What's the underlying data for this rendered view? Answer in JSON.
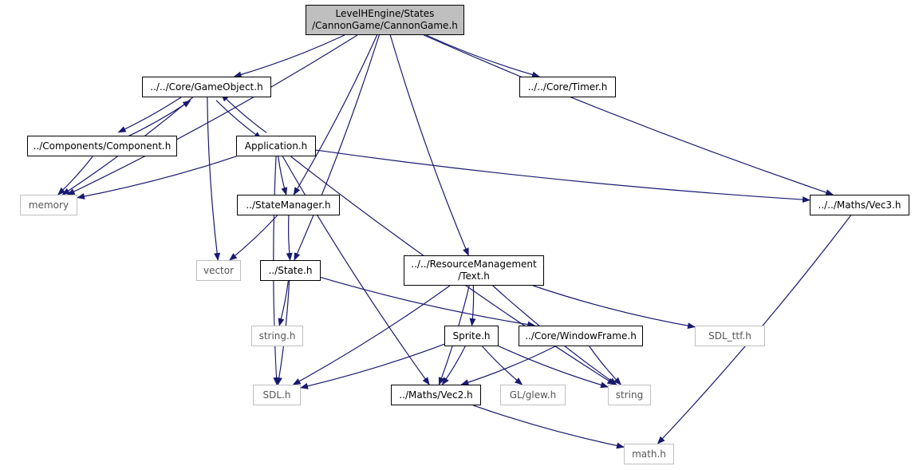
{
  "graph": {
    "edge_color": "#191970",
    "nodes": [
      {
        "id": "root",
        "lines": [
          "LevelHEngine/States",
          "/CannonGame/CannonGame.h"
        ],
        "kind": "root"
      },
      {
        "id": "gameobject",
        "lines": [
          "../../Core/GameObject.h"
        ],
        "kind": "file"
      },
      {
        "id": "timer",
        "lines": [
          "../../Core/Timer.h"
        ],
        "kind": "file"
      },
      {
        "id": "component",
        "lines": [
          "../Components/Component.h"
        ],
        "kind": "file"
      },
      {
        "id": "application",
        "lines": [
          "Application.h"
        ],
        "kind": "file"
      },
      {
        "id": "memory",
        "lines": [
          "memory"
        ],
        "kind": "system"
      },
      {
        "id": "statemanager",
        "lines": [
          "../StateManager.h"
        ],
        "kind": "file"
      },
      {
        "id": "vec3",
        "lines": [
          "../../Maths/Vec3.h"
        ],
        "kind": "file"
      },
      {
        "id": "vector",
        "lines": [
          "vector"
        ],
        "kind": "system"
      },
      {
        "id": "state",
        "lines": [
          "../State.h"
        ],
        "kind": "file"
      },
      {
        "id": "text",
        "lines": [
          "../../ResourceManagement",
          "/Text.h"
        ],
        "kind": "file"
      },
      {
        "id": "stringh",
        "lines": [
          "string.h"
        ],
        "kind": "system"
      },
      {
        "id": "sprite",
        "lines": [
          "Sprite.h"
        ],
        "kind": "file"
      },
      {
        "id": "windowframe",
        "lines": [
          "../Core/WindowFrame.h"
        ],
        "kind": "file"
      },
      {
        "id": "sdlttf",
        "lines": [
          "SDL_ttf.h"
        ],
        "kind": "system"
      },
      {
        "id": "sdl",
        "lines": [
          "SDL.h"
        ],
        "kind": "system"
      },
      {
        "id": "vec2",
        "lines": [
          "../Maths/Vec2.h"
        ],
        "kind": "file"
      },
      {
        "id": "glew",
        "lines": [
          "GL/glew.h"
        ],
        "kind": "system"
      },
      {
        "id": "string",
        "lines": [
          "string"
        ],
        "kind": "system"
      },
      {
        "id": "math",
        "lines": [
          "math.h"
        ],
        "kind": "system"
      }
    ],
    "edges": [
      [
        "root",
        "gameobject"
      ],
      [
        "root",
        "memory"
      ],
      [
        "root",
        "timer"
      ],
      [
        "root",
        "statemanager"
      ],
      [
        "root",
        "state"
      ],
      [
        "root",
        "text"
      ],
      [
        "root",
        "vec3"
      ],
      [
        "gameobject",
        "memory"
      ],
      [
        "gameobject",
        "component"
      ],
      [
        "gameobject",
        "application"
      ],
      [
        "gameobject",
        "vector"
      ],
      [
        "component",
        "gameobject"
      ],
      [
        "component",
        "memory"
      ],
      [
        "application",
        "gameobject"
      ],
      [
        "application",
        "memory"
      ],
      [
        "application",
        "statemanager"
      ],
      [
        "application",
        "vec3"
      ],
      [
        "application",
        "sdl"
      ],
      [
        "application",
        "vec2"
      ],
      [
        "application",
        "string"
      ],
      [
        "statemanager",
        "vector"
      ],
      [
        "statemanager",
        "state"
      ],
      [
        "state",
        "stringh"
      ],
      [
        "state",
        "sdl"
      ],
      [
        "state",
        "windowframe"
      ],
      [
        "text",
        "sdl"
      ],
      [
        "text",
        "vec2"
      ],
      [
        "text",
        "sprite"
      ],
      [
        "text",
        "sdlttf"
      ],
      [
        "text",
        "string"
      ],
      [
        "sprite",
        "sdl"
      ],
      [
        "sprite",
        "vec2"
      ],
      [
        "sprite",
        "glew"
      ],
      [
        "sprite",
        "string"
      ],
      [
        "windowframe",
        "vec2"
      ],
      [
        "windowframe",
        "string"
      ],
      [
        "vec2",
        "math"
      ],
      [
        "vec3",
        "math"
      ]
    ]
  }
}
